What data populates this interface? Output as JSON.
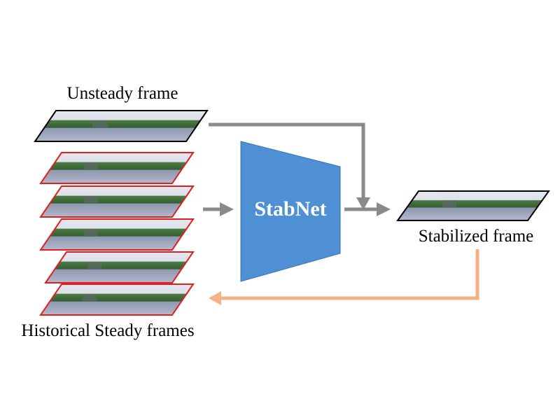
{
  "labels": {
    "unsteady": "Unsteady frame",
    "historical": "Historical Steady frames",
    "stabilized": "Stabilized frame",
    "network": "StabNet"
  },
  "colors": {
    "network_fill": "#4f8fd4",
    "network_stroke": "#3a74b8",
    "gray_arrow": "#8a8a8a",
    "feedback_arrow": "#f4b183",
    "steady_frame_border": "#e0201c",
    "unsteady_frame_border": "#000000",
    "sky": "#dfe4ee",
    "trees": "#3f6e3a",
    "ground": "#a9aec4"
  },
  "frames": {
    "unsteady_count": 1,
    "historical_count": 5,
    "stabilized_count": 1
  }
}
